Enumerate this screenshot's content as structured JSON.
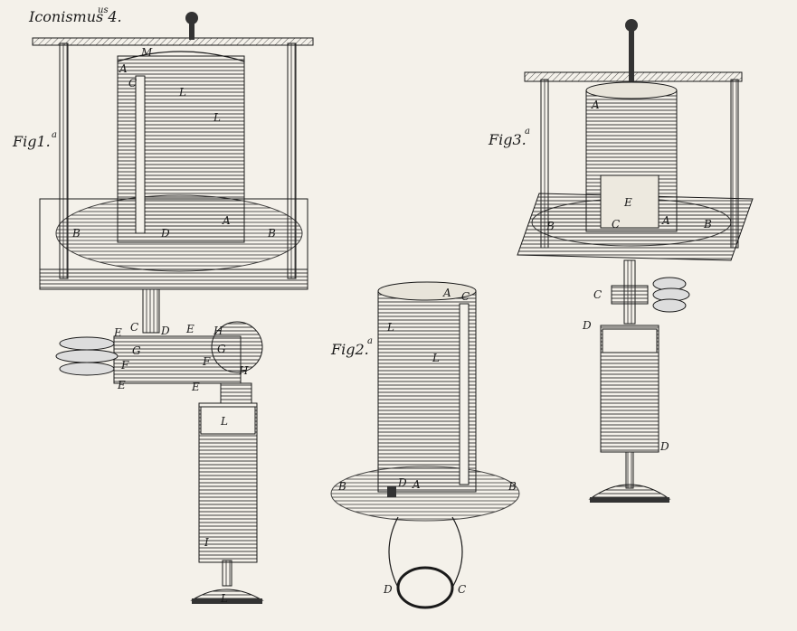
{
  "plate": {
    "title": "Iconismus 4.",
    "title_sup": "us"
  },
  "figures": [
    {
      "id": "fig1",
      "caption": "Fig",
      "caption_num": "1.",
      "caption_sup": "a",
      "letters": [
        "M",
        "A",
        "C",
        "L",
        "L",
        "D",
        "A",
        "B",
        "B",
        "E",
        "C",
        "D",
        "E",
        "H",
        "G",
        "F",
        "G",
        "F",
        "E",
        "E",
        "H",
        "L",
        "I",
        "L"
      ]
    },
    {
      "id": "fig2",
      "caption": "Fig",
      "caption_num": "2.",
      "caption_sup": "a",
      "letters": [
        "A",
        "C",
        "L",
        "L",
        "B",
        "D",
        "A",
        "B",
        "D",
        "C"
      ]
    },
    {
      "id": "fig3",
      "caption": "Fig",
      "caption_num": "3.",
      "caption_sup": "a",
      "letters": [
        "A",
        "E",
        "B",
        "C",
        "A",
        "B",
        "C",
        "D",
        "D"
      ]
    }
  ],
  "colors": {
    "paper": "#f4f1ea",
    "ink": "#1a1a1a"
  }
}
